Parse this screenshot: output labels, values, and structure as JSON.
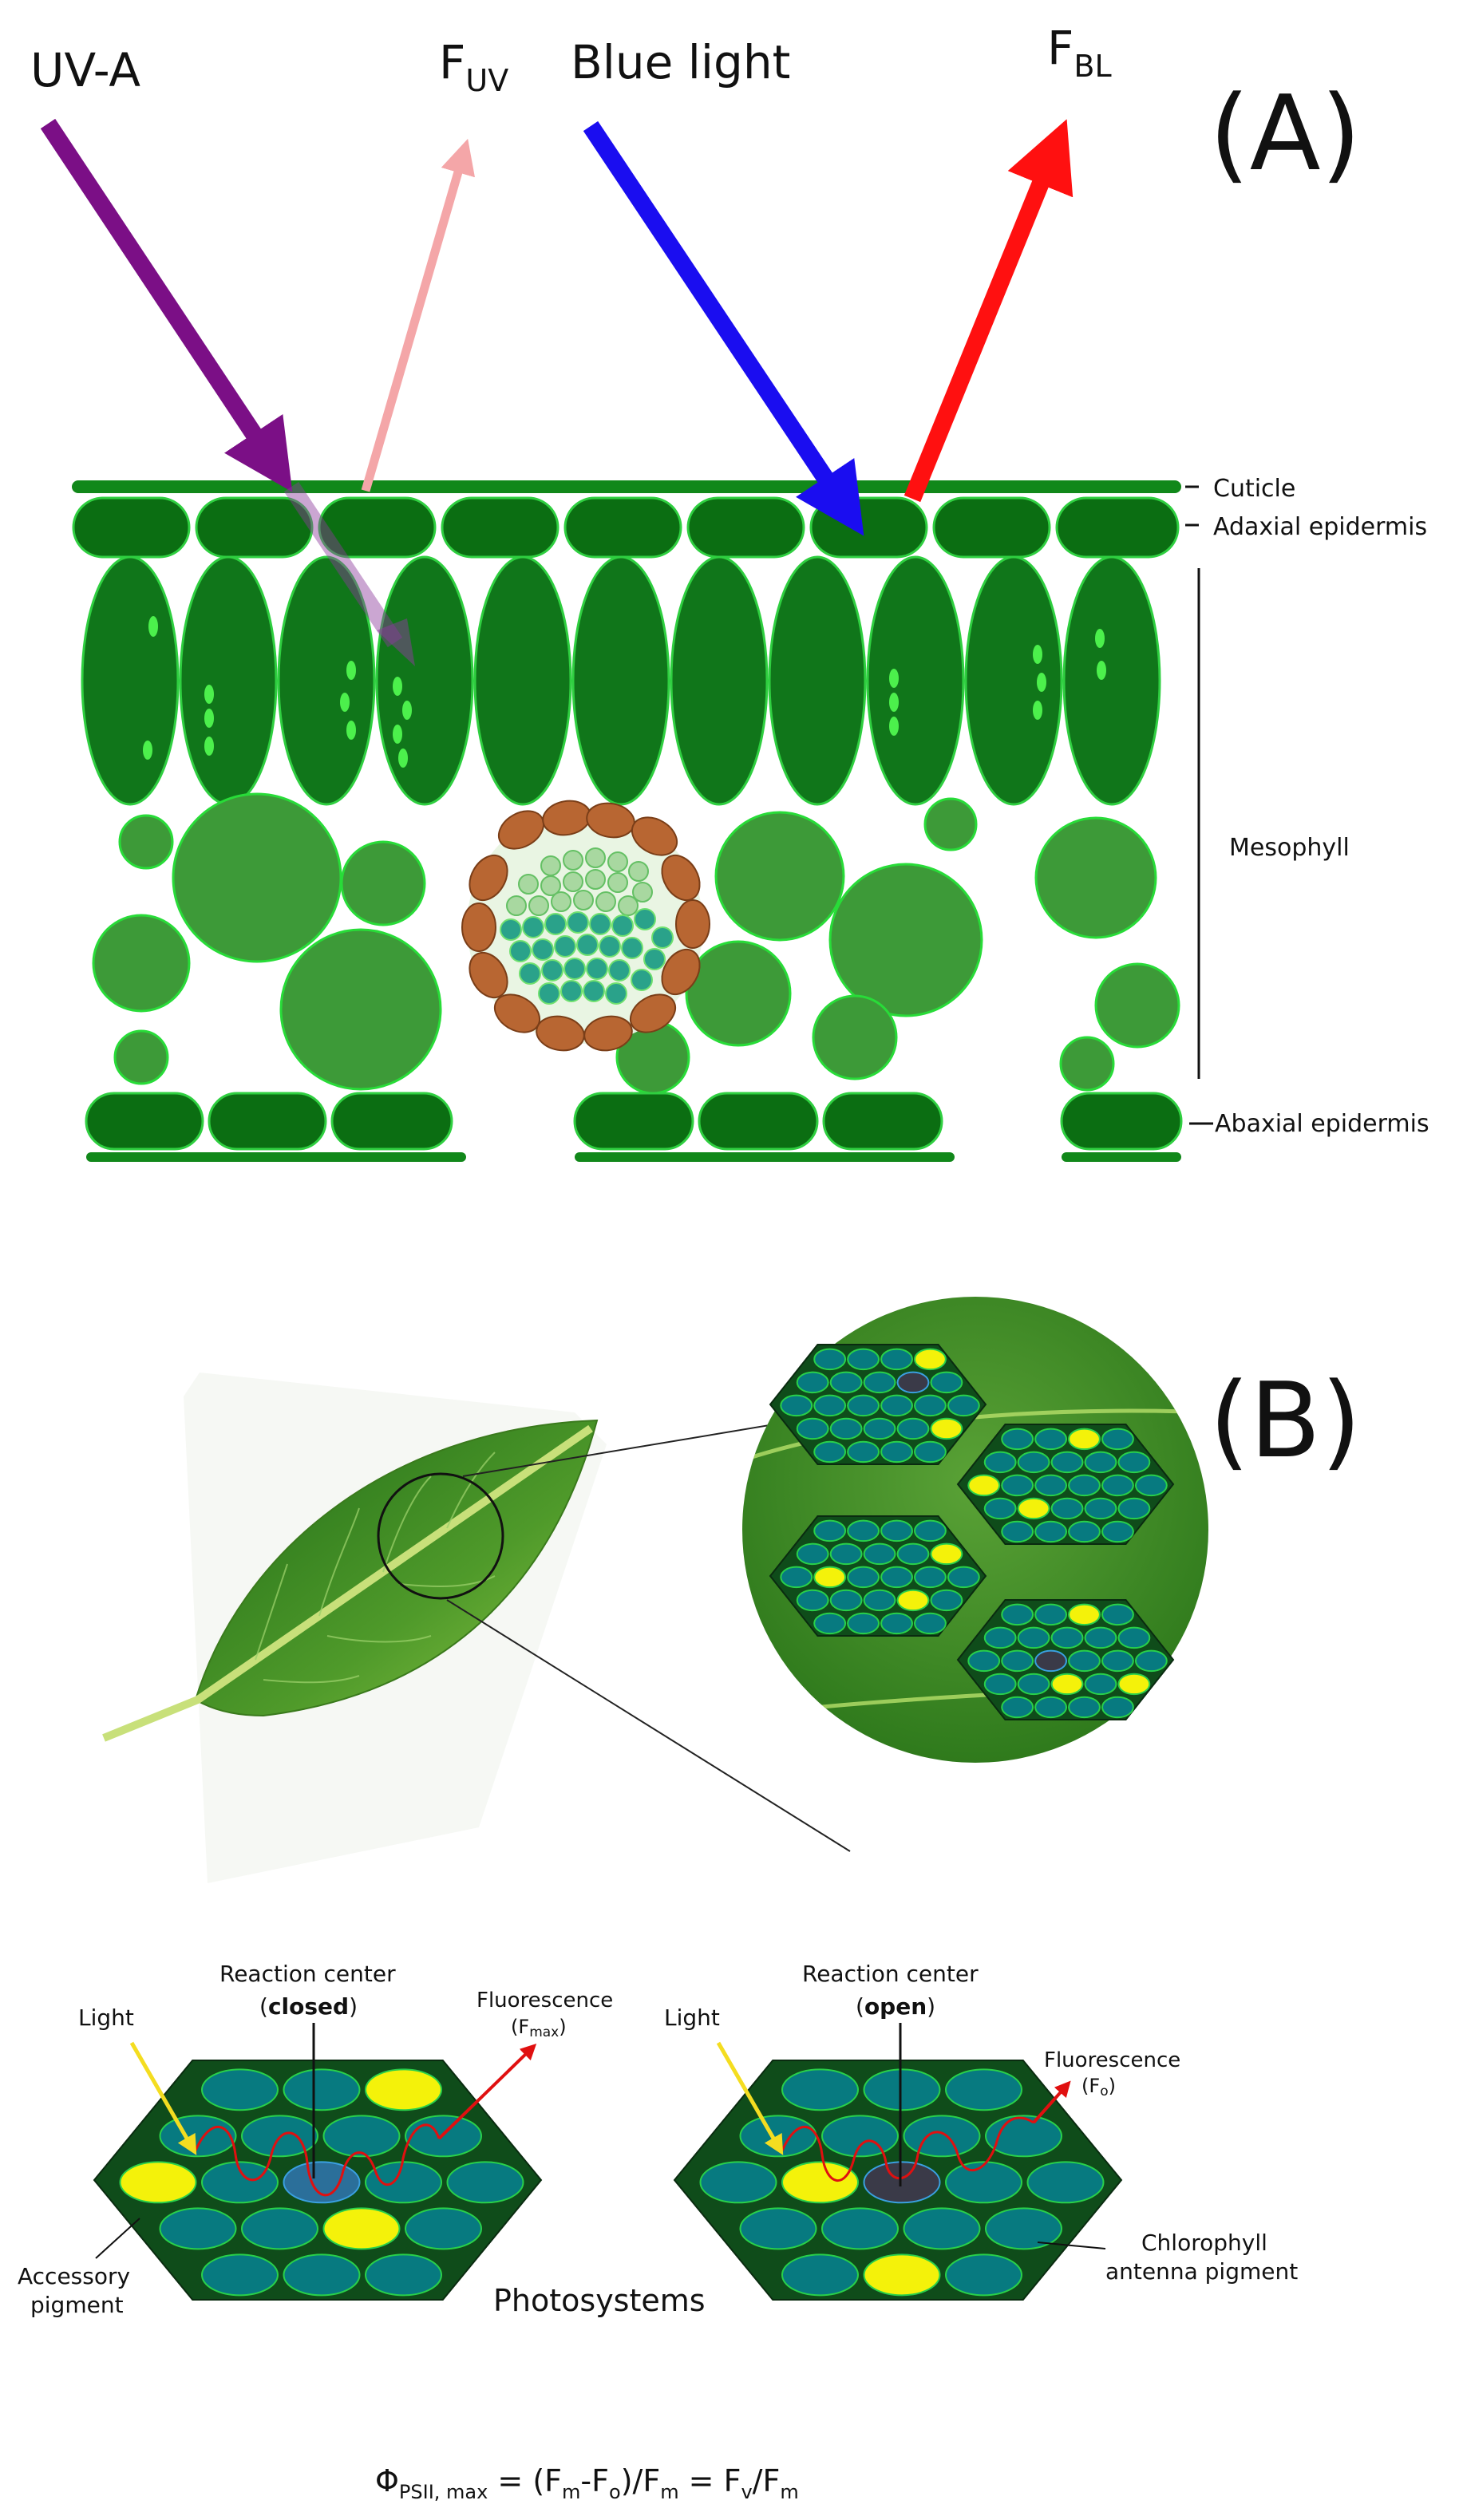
{
  "panel_a": {
    "panel_label": "(A)",
    "uva_label": "UV-A",
    "fuv_label": {
      "main": "F",
      "sub": "UV"
    },
    "blue_label": "Blue light",
    "fbl_label": {
      "main": "F",
      "sub": "BL"
    },
    "layers": {
      "cuticle": "Cuticle",
      "adaxial": "Adaxial epidermis",
      "mesophyll": "Mesophyll",
      "abaxial": "Abaxial epidermis"
    },
    "colors": {
      "uva": "#7b0f86",
      "fuv": "#f4a6a8",
      "blue": "#1a0df0",
      "fbl": "#ff1010",
      "epidermis": "#0b6e12",
      "palisade": "#10761a",
      "spongy": "#3d9a38",
      "bundle_sheath": "#b86632",
      "xylem": "#2aa28a",
      "phloem": "#a8d8a0"
    }
  },
  "panel_b": {
    "panel_label": "(B)",
    "left_system": {
      "light": "Light",
      "rc_line1": "Reaction center",
      "rc_open_paren": "(",
      "rc_state": "closed",
      "rc_close_paren": ")",
      "fluor": "Fluorescence",
      "fluor_sub_main": "F",
      "fluor_sub_idx": "max",
      "accessory_1": "Accessory",
      "accessory_2": "pigment"
    },
    "center_label": "Photosystems",
    "right_system": {
      "light": "Light",
      "rc_line1": "Reaction center",
      "rc_open_paren": "(",
      "rc_state": "open",
      "rc_close_paren": ")",
      "fluor": "Fluorescence",
      "fluor_sub_main": "F",
      "fluor_sub_idx": "o",
      "chl_1": "Chlorophyll",
      "chl_2": "antenna pigment"
    },
    "colors": {
      "antenna": "#077a80",
      "accessory": "#f4f20a",
      "reaction_closed": "#2b6f9a",
      "reaction_open": "#3a3a48",
      "hex_bg": "#0f4c1a",
      "leaf": "#3c8b24"
    }
  },
  "formula": {
    "phi": "Φ",
    "phi_sub": "PSII, max",
    "eq1": " = (F",
    "m1": "m",
    "dash": "-F",
    "o1": "o",
    "slash": ")/F",
    "m2": "m",
    "eq2": " = F",
    "v": "v",
    "slash2": "/F",
    "m3": "m"
  }
}
